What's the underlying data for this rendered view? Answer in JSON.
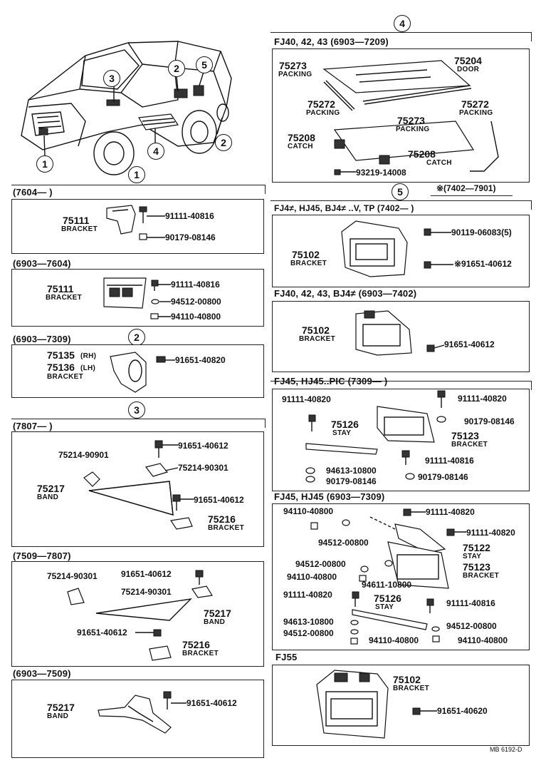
{
  "callouts": {
    "c1": "1",
    "c2": "2",
    "c3": "3",
    "c4": "4",
    "c5": "5"
  },
  "vehicle": {
    "c3": "3",
    "c2a": "2",
    "c5": "5",
    "c2b": "2",
    "c4": "4",
    "c1": "1"
  },
  "left": {
    "s1_title": "(7604—      )",
    "s1_75111": "75111",
    "s1_bracket": "BRACKET",
    "s1_91111": "91111-40816",
    "s1_90179": "90179-08146",
    "s2_title": "(6903—7604)",
    "s2_75111": "75111",
    "s2_bracket": "BRACKET",
    "s2_91111": "91111-40816",
    "s2_94512": "94512-00800",
    "s2_94110": "94110-40800",
    "s3_title": "(6903—7309)",
    "s3_75135": "75135",
    "s3_rh": "(RH)",
    "s3_75136": "75136",
    "s3_lh": "(LH)",
    "s3_bracket": "BRACKET",
    "s3_91651": "91651-40820",
    "s4_title": "(7807—      )",
    "s4_7521490901": "75214-90901",
    "s4_91651a": "91651-40612",
    "s4_7521490301": "75214-90301",
    "s4_75217": "75217",
    "s4_band": "BAND",
    "s4_91651b": "91651-40612",
    "s4_75216": "75216",
    "s4_bracket": "BRACKET",
    "s5_title": "(7509—7807)",
    "s5_7521490301a": "75214-90301",
    "s5_91651a": "91651-40612",
    "s5_7521490301b": "75214-90301",
    "s5_75217": "75217",
    "s5_band": "BAND",
    "s5_91651b": "91651-40612",
    "s5_75216": "75216",
    "s5_bracket": "BRACKET",
    "s6_title": "(6903—7509)",
    "s6_75217": "75217",
    "s6_band": "BAND",
    "s6_91651": "91651-40612"
  },
  "right": {
    "r1_title": "FJ40, 42, 43  (6903—7209)",
    "r1_75273a": "75273",
    "r1_packing_a": "PACKING",
    "r1_75204": "75204",
    "r1_door": "DOOR",
    "r1_75272a": "75272",
    "r1_packing_b": "PACKING",
    "r1_75272b": "75272",
    "r1_packing_c": "PACKING",
    "r1_75273b": "75273",
    "r1_packing_d": "PACKING",
    "r1_75208a": "75208",
    "r1_catch_a": "CATCH",
    "r1_75208b": "75208",
    "r1_catch_b": "CATCH",
    "r1_93219": "93219-14008",
    "r2_note": "※(7402—7901)",
    "r2_title": "FJ4≠, HJ45, BJ4≠ ..V, TP (7402—      )",
    "r2_75102": "75102",
    "r2_bracket": "BRACKET",
    "r2_90119": "90119-06083(5)",
    "r2_91651": "※91651-40612",
    "r3_title": "FJ40, 42, 43, BJ4≠  (6903—7402)",
    "r3_75102": "75102",
    "r3_bracket": "BRACKET",
    "r3_91651": "91651-40612",
    "r4_title": "FJ45, HJ45..PIC (7309—      )",
    "r4_91111a": "91111-40820",
    "r4_91111b": "91111-40820",
    "r4_75126": "75126",
    "r4_stay": "STAY",
    "r4_90179a": "90179-08146",
    "r4_75123": "75123",
    "r4_bracket": "BRACKET",
    "r4_91111c": "91111-40816",
    "r4_94613": "94613-10800",
    "r4_90179b": "90179-08146",
    "r4_90179c": "90179-08146",
    "r5_title": "FJ45, HJ45  (6903—7309)",
    "r5_94110a": "94110-40800",
    "r5_91111a": "91111-40820",
    "r5_94512a": "94512-00800",
    "r5_91111b": "91111-40820",
    "r5_75122": "75122",
    "r5_stay": "STAY",
    "r5_94512b": "94512-00800",
    "r5_75123": "75123",
    "r5_bracket": "BRACKET",
    "r5_94110b": "94110-40800",
    "r5_94611": "94611-10800",
    "r5_91111c": "91111-40820",
    "r5_75126": "75126",
    "r5_stay2": "STAY",
    "r5_91111d": "91111-40816",
    "r5_94613": "94613-10800",
    "r5_94512c": "94512-00800",
    "r5_94512d": "94512-00800",
    "r5_94110c": "94110-40800",
    "r5_94110d": "94110-40800",
    "r6_title": "FJ55",
    "r6_75102": "75102",
    "r6_bracket": "BRACKET",
    "r6_91651": "91651-40620"
  },
  "footer": "MB 6192-D"
}
